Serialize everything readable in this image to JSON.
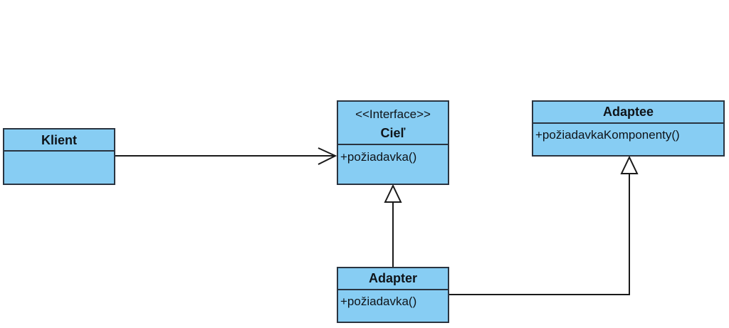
{
  "diagram": {
    "klient": {
      "name": "Klient",
      "operations": []
    },
    "ciel": {
      "stereotype": "<<Interface>>",
      "name": "Cieľ",
      "operations": [
        "+požiadavka()"
      ]
    },
    "adaptee": {
      "name": "Adaptee",
      "operations": [
        "+požiadavkaKomponenty()"
      ]
    },
    "adapter": {
      "name": "Adapter",
      "operations": [
        "+požiadavka()"
      ]
    },
    "relationships": [
      {
        "from": "Klient",
        "to": "Cieľ",
        "type": "association"
      },
      {
        "from": "Adapter",
        "to": "Cieľ",
        "type": "realization"
      },
      {
        "from": "Adapter",
        "to": "Adaptee",
        "type": "generalization"
      }
    ]
  },
  "colors": {
    "class_fill": "#87cdf3",
    "border": "#2a3440",
    "line": "#1a1a1a"
  }
}
